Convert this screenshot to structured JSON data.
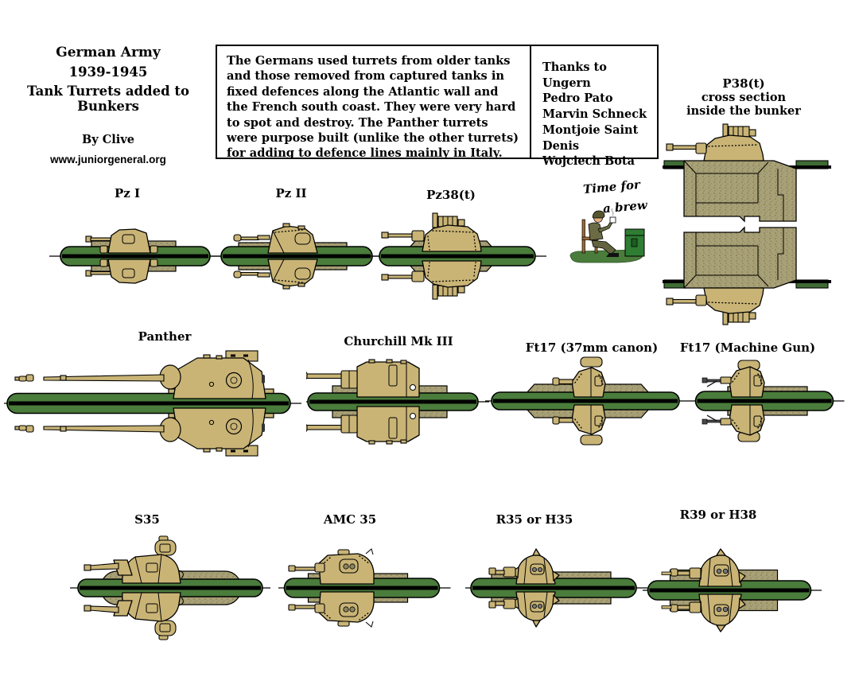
{
  "header": {
    "title_line1": "German Army",
    "title_line2": "1939-1945",
    "title_line3": "Tank Turrets added to Bunkers",
    "byline": "By Clive",
    "website": "www.juniorgeneral.org"
  },
  "description": "The Germans used turrets from older tanks and those removed from captured tanks in fixed defences along the Atlantic wall and the French south coast. They were very hard to spot and destroy. The Panther turrets were purpose built (unlike the other turrets) for adding to defence lines mainly in Italy.",
  "thanks": {
    "heading": "Thanks to",
    "names": [
      "Ungern",
      "Pedro Pato",
      "Marvin Schneck",
      "Montjoie Saint Denis",
      "Wojciech Bota"
    ]
  },
  "cross_section": {
    "line1": "P38(t)",
    "line2": "cross section",
    "line3": "inside the bunker"
  },
  "cartoon": {
    "line1": "Time for",
    "line2": "a brew"
  },
  "figures": [
    {
      "id": "pz1",
      "label": "Pz I",
      "shape": "pz1"
    },
    {
      "id": "pz2",
      "label": "Pz II",
      "shape": "pz2"
    },
    {
      "id": "pz38",
      "label": "Pz38(t)",
      "shape": "pz38"
    },
    {
      "id": "panther",
      "label": "Panther",
      "shape": "panther"
    },
    {
      "id": "churchill",
      "label": "Churchill Mk III",
      "shape": "churchill"
    },
    {
      "id": "ft17c",
      "label": "Ft17 (37mm canon)",
      "shape": "ft17c"
    },
    {
      "id": "ft17mg",
      "label": "Ft17 (Machine Gun)",
      "shape": "ft17mg"
    },
    {
      "id": "s35",
      "label": "S35",
      "shape": "s35"
    },
    {
      "id": "amc35",
      "label": "AMC 35",
      "shape": "amc35"
    },
    {
      "id": "r35",
      "label": "R35 or H35",
      "shape": "r35"
    },
    {
      "id": "r39",
      "label": "R39 or H38",
      "shape": "r39"
    }
  ],
  "colors": {
    "bunker_green": "#4a7c3b",
    "ground_green": "#3e6b34",
    "turret_tan": "#c9b476",
    "concrete": "#a8a076",
    "concrete_speck": "#857c54",
    "outline": "#000000",
    "crate_green": "#2e7d32",
    "uniform_olive": "#6b6b45",
    "wood_brown": "#9c6b33",
    "skin": "#e3b184"
  }
}
